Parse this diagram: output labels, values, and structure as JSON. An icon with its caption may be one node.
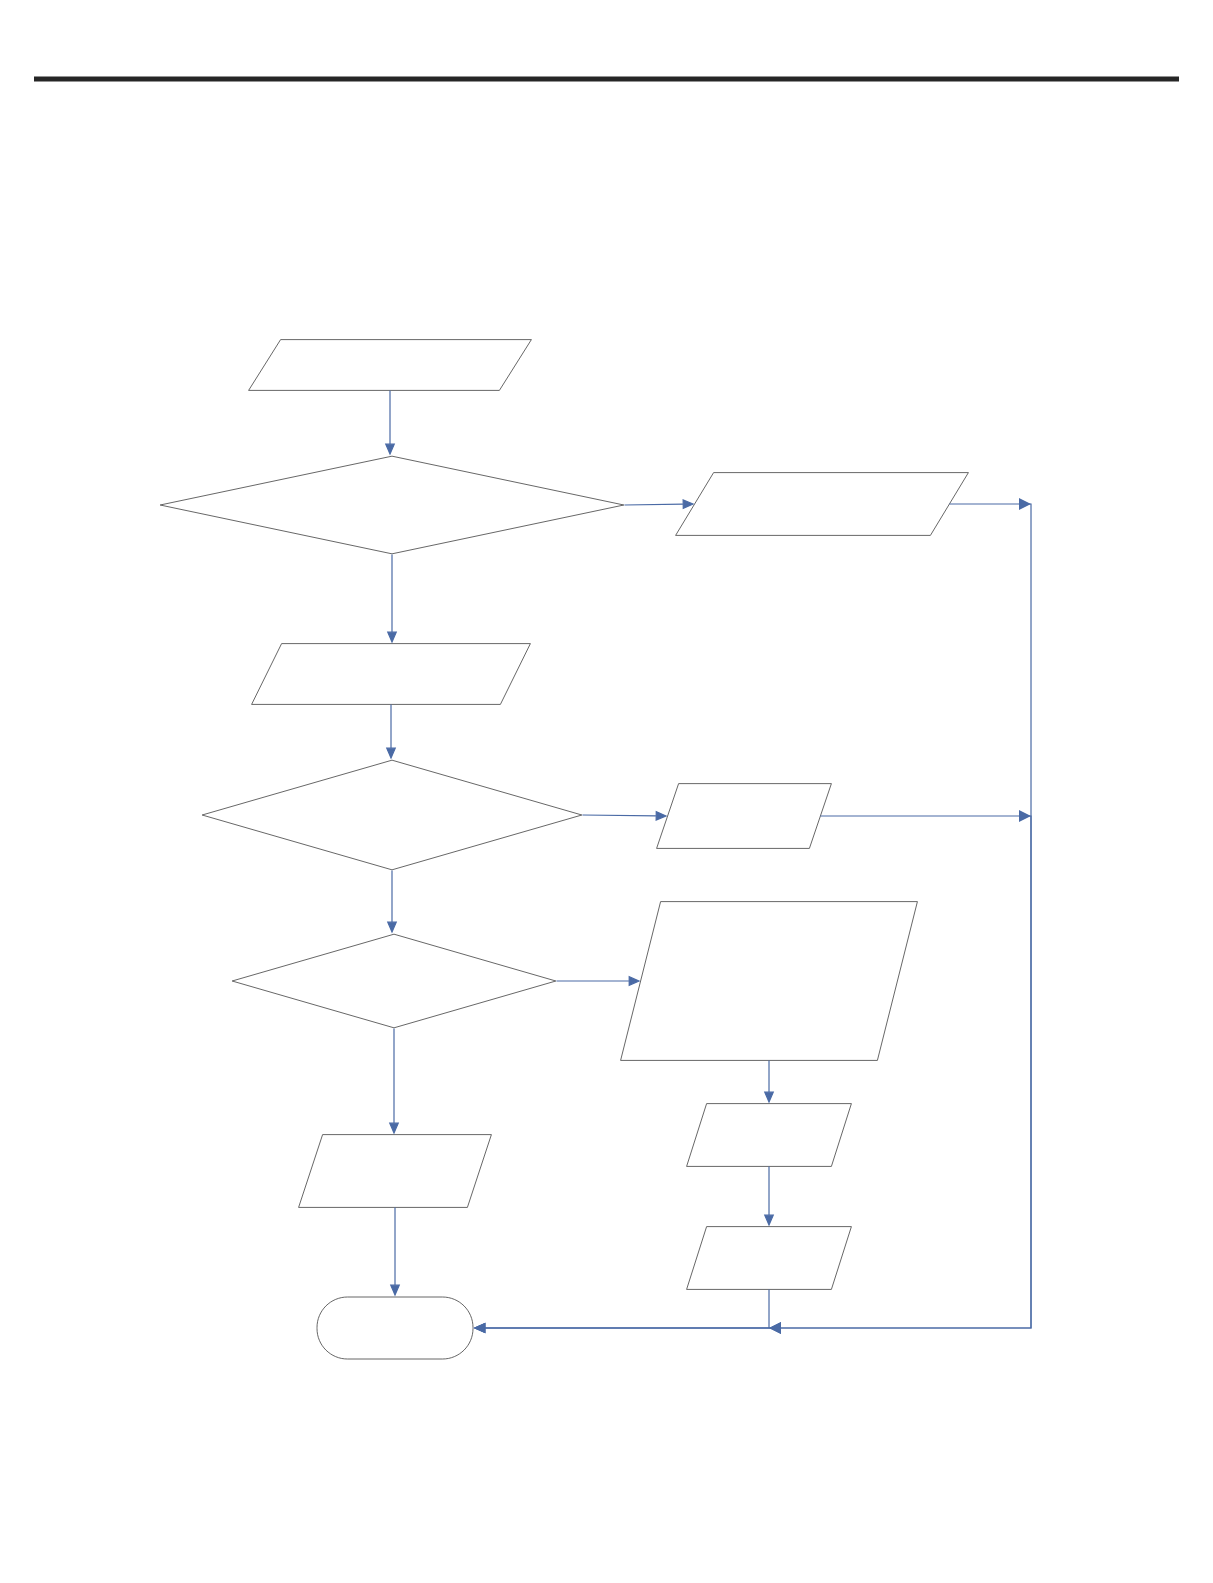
{
  "diagram": {
    "nodes": [
      {
        "text": [],
        "shape": "parallelogram"
      },
      {
        "text": [],
        "shape": "diamond"
      },
      {
        "text": [],
        "shape": "parallelogram"
      },
      {
        "text": [],
        "shape": "parallelogram"
      },
      {
        "text": [],
        "shape": "diamond"
      },
      {
        "text": [],
        "shape": "parallelogram"
      },
      {
        "text": [],
        "shape": "diamond"
      },
      {
        "text": [],
        "shape": "parallelogram"
      },
      {
        "text": [],
        "shape": "parallelogram"
      },
      {
        "text": [],
        "shape": "parallelogram"
      },
      {
        "text": [],
        "shape": "parallelogram"
      },
      {
        "text": [],
        "shape": "pill"
      }
    ],
    "edges": [
      {
        "from": 0,
        "to": 1,
        "arrow": "to"
      },
      {
        "from": 1,
        "to": 2,
        "arrow": "to"
      },
      {
        "from": 1,
        "to": 3,
        "arrow": "to"
      },
      {
        "from": 3,
        "to": 4,
        "arrow": "to"
      },
      {
        "from": 4,
        "to": 5,
        "arrow": "to"
      },
      {
        "from": 4,
        "to": 6,
        "arrow": "to"
      },
      {
        "from": 6,
        "to": 7,
        "arrow": "to"
      },
      {
        "from": 6,
        "to": 8,
        "arrow": "to"
      },
      {
        "from": 7,
        "to": 9,
        "arrow": "to"
      },
      {
        "from": 9,
        "to": 10,
        "arrow": "to"
      },
      {
        "from": 8,
        "to": 11,
        "arrow": "to"
      },
      {
        "from": 10,
        "to": 11,
        "arrow": "to"
      },
      {
        "from": 2,
        "to": 11,
        "arrow": "to"
      },
      {
        "from": 5,
        "to": 11,
        "arrow": "to"
      }
    ]
  }
}
